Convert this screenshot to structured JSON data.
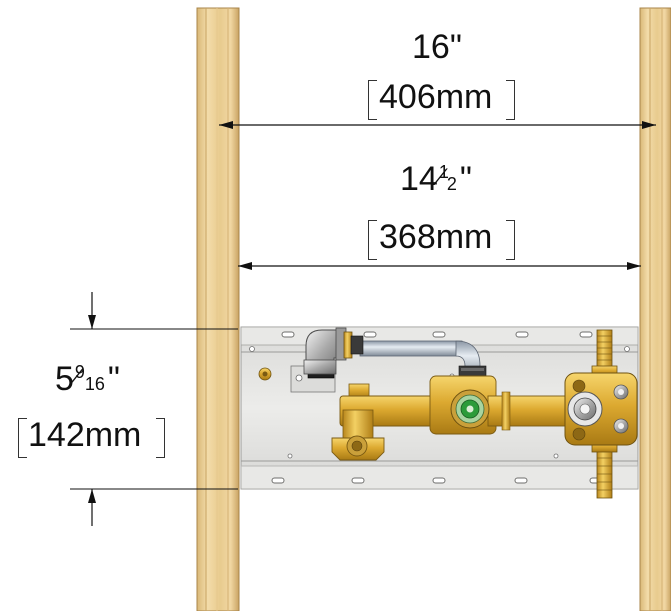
{
  "dimensions": {
    "stud_spacing": {
      "imperial": "16\"",
      "metric": "406mm"
    },
    "stud_gap": {
      "imperial_whole": "14",
      "imperial_num": "1",
      "imperial_den": "2",
      "imperial_unit": "\"",
      "metric": "368mm"
    },
    "depth": {
      "imperial_whole": "5",
      "imperial_num": "9",
      "imperial_den": "16",
      "imperial_unit": "\"",
      "metric": "142mm"
    }
  },
  "colors": {
    "stud_wood": "#e9cf9a",
    "stud_edge": "#b8955a",
    "mounting_plate": "#e4e4e2",
    "brass": "#e0b33a",
    "valve_green": "#2c9b3a",
    "pipe_steel": "#aeb8c4"
  }
}
